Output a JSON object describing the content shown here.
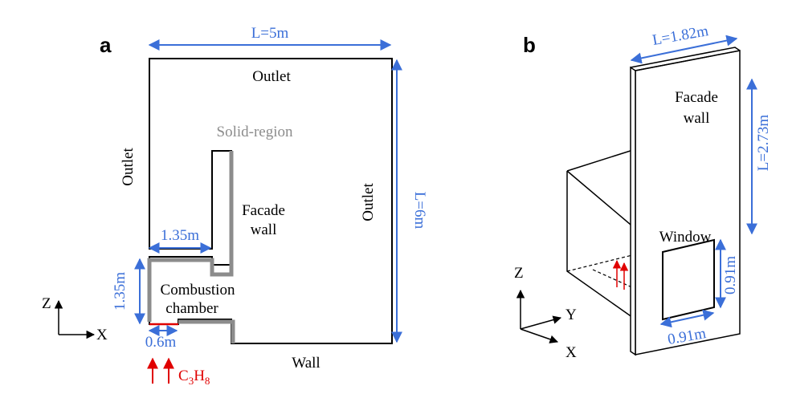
{
  "colors": {
    "dimension": "#3B6FD8",
    "fuel": "#E00000",
    "solid": "#8C8C8C",
    "line": "#000000"
  },
  "panel_a": {
    "label": "a",
    "width_label": "L=5m",
    "height_label": "L=6m",
    "outlet_top": "Outlet",
    "outlet_left": "Outlet",
    "outlet_right": "Outlet",
    "wall_bottom": "Wall",
    "solid_region": "Solid-region",
    "facade_line1": "Facade",
    "facade_line2": "wall",
    "chamber_width": "1.35m",
    "chamber_height": "1.35m",
    "combustion_line1": "Combustion",
    "combustion_line2": "chamber",
    "inlet_width": "0.6m",
    "fuel_main": "C",
    "fuel_sub1": "3",
    "fuel_mid": "H",
    "fuel_sub2": "8",
    "axis_z": "Z",
    "axis_x": "X"
  },
  "panel_b": {
    "label": "b",
    "width_label": "L=1.82m",
    "height_label": "L=2.73m",
    "facade_line1": "Facade",
    "facade_line2": "wall",
    "window": "Window",
    "window_height": "0.91m",
    "window_width": "0.91m",
    "axis_z": "Z",
    "axis_y": "Y",
    "axis_x": "X"
  }
}
